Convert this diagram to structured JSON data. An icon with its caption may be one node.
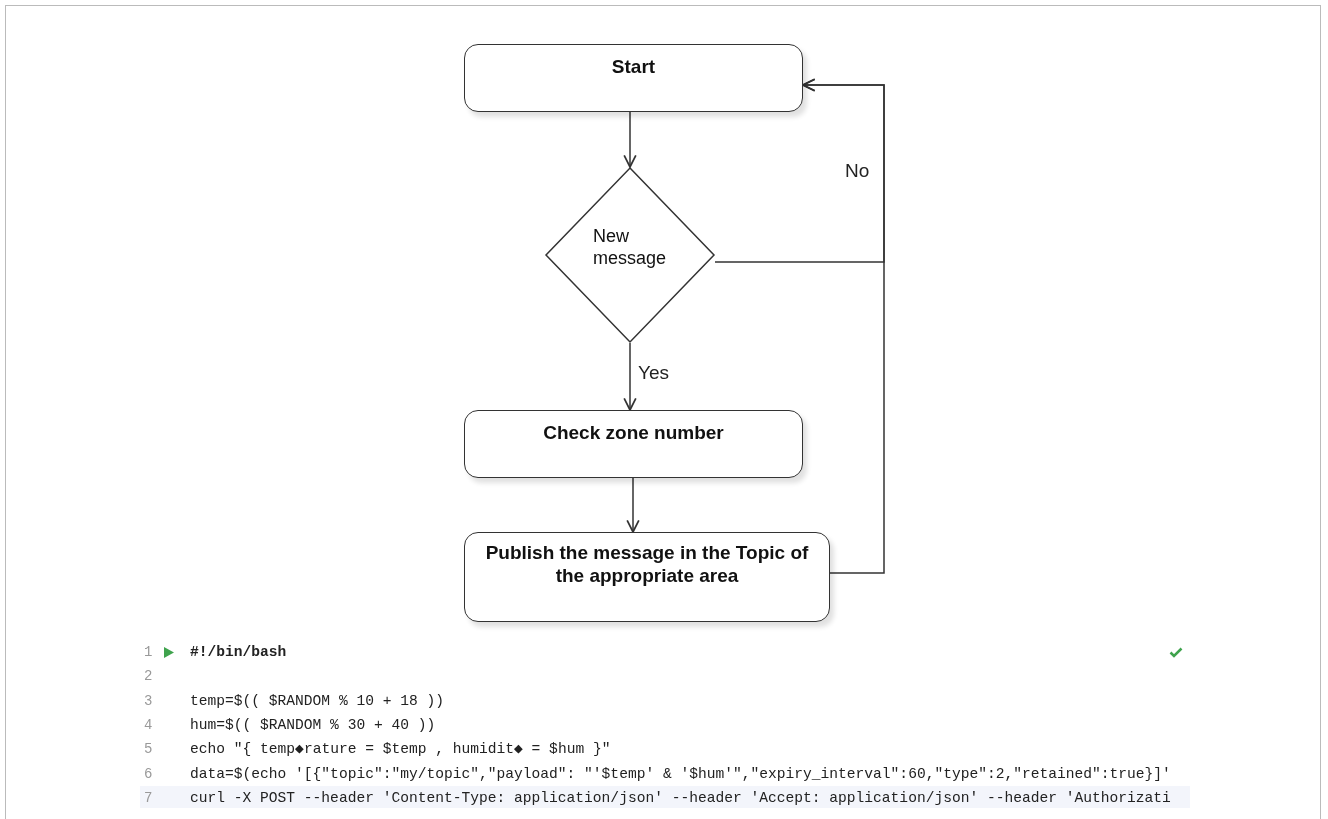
{
  "diagram": {
    "nodes": [
      {
        "text": [
          "Start"
        ]
      },
      {
        "text": [
          "New message"
        ]
      },
      {
        "text": [
          "Check zone number"
        ]
      },
      {
        "text": [
          "Publish the message in the Topic of the appropriate area"
        ]
      }
    ],
    "edges": [
      {
        "from": 0,
        "to": 1,
        "arrow": "to"
      },
      {
        "from": 1,
        "to": 2,
        "arrow": "to",
        "label": "Yes"
      },
      {
        "from": 2,
        "to": 3,
        "arrow": "to"
      },
      {
        "from": 1,
        "to": 0,
        "arrow": "to",
        "label": "No"
      },
      {
        "from": 3,
        "to": 0,
        "arrow": "to"
      }
    ],
    "labels": [
      "1",
      "#!/bin/bash",
      "2",
      "3",
      "temp=$(( $RANDOM % 10 + 18 ))",
      "4",
      "hum=$(( $RANDOM % 30 + 40 ))",
      "5",
      "echo \"{ temp◆rature = $temp , humidit◆ = $hum }\"",
      "6",
      "data=$(echo '[{\"topic\":\"my/topic\",\"payload\": \"'$temp' & '$hum'\",\"expiry_interval\":60,\"type\":2,\"retained\":true}]'",
      "7",
      "curl -X POST --header 'Content-Type: application/json' --header 'Accept: application/json' --header 'Authorizati"
    ]
  }
}
